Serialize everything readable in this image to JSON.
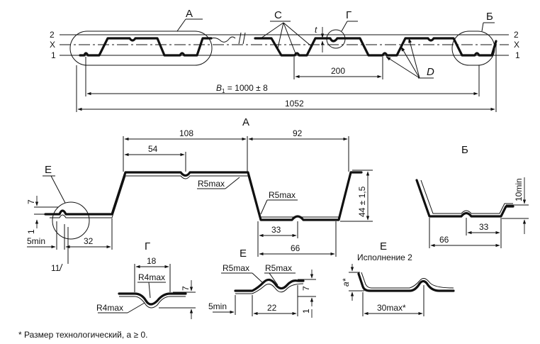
{
  "main_view": {
    "levels": [
      "2",
      "X",
      "1"
    ],
    "callouts": {
      "a": "А",
      "s": "С",
      "g": "Г",
      "b": "Б",
      "d": "D"
    },
    "thickness": "t",
    "dims": {
      "d200": "200",
      "b1_var": "B",
      "b1_sub": "1",
      "b1_val": " = 1000 ± 8",
      "d1052": "1052"
    }
  },
  "detail_a": {
    "title": "А",
    "dims": {
      "d108": "108",
      "d54": "54",
      "d92": "92",
      "h44": "44 ± 1,5",
      "d33": "33",
      "d66": "66",
      "d32": "32",
      "d7": "7",
      "d1": "1",
      "d5min": "5min",
      "d11": "11",
      "r5a": "R5max",
      "r5b": "R5max",
      "e": "Е"
    }
  },
  "detail_b": {
    "title": "Б",
    "dims": {
      "d10min": "10min",
      "d33": "33",
      "d66": "66"
    }
  },
  "detail_g": {
    "title": "Г",
    "dims": {
      "d18": "18",
      "r4a": "R4max",
      "r4b": "R4max",
      "d7": "7"
    }
  },
  "detail_e1": {
    "title": "Е",
    "dims": {
      "r5a": "R5max",
      "r5b": "R5max",
      "d7": "7",
      "d5min": "5min",
      "d22": "22",
      "d1": "1"
    }
  },
  "detail_e2": {
    "title": "Е",
    "subtitle": "Исполнение 2",
    "dims": {
      "a": "a*",
      "d30": "30max*"
    }
  },
  "footnote": "* Размер технологический, a ≥ 0."
}
